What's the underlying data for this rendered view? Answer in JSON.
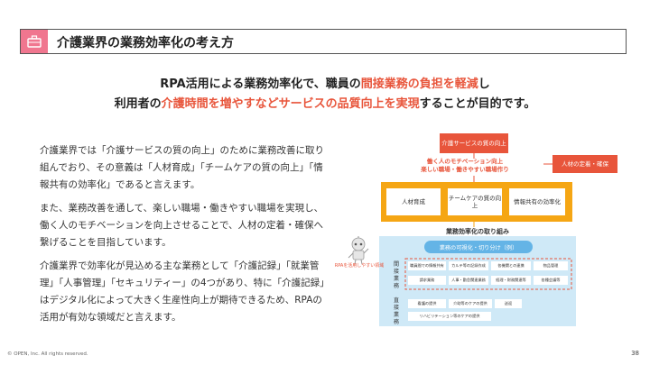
{
  "header": {
    "title": "介護業界の業務効率化の考え方",
    "icon": "briefcase-icon",
    "accent": "#f0768f"
  },
  "headline": {
    "line1": {
      "pre": "RPA活用による業務効率化で、職員の",
      "red": "間接業務の負担を軽減",
      "post": "し"
    },
    "line2": {
      "pre": "利用者の",
      "red": "介護時間を増やすなどサービスの品質向上を実現",
      "post": "することが目的です。"
    }
  },
  "body": {
    "p1": "介護業界では「介護サービスの質の向上」のために業務改善に取り組んでおり、その意義は「人材育成」「チームケアの質の向上」「情報共有の効率化」であると言えます。",
    "p2": "また、業務改善を通して、楽しい職場・働きやすい職場を実現し、働く人のモチベーションを向上させることで、人材の定着・確保へ繋げることを目指しています。",
    "p3": "介護業界で効率化が見込める主な業務として「介護記録」「就業管理」「人事管理」「セキュリティー」の4つがあり、特に「介護記録」はデジタル化によって大きく生産性向上が期待できるため、RPAの活用が有効な領域だと言えます。"
  },
  "diagram": {
    "care_quality": "介護サービスの質の向上",
    "retention": "人材の定着・確保",
    "motivation_1": "働く人のモチベーション向上",
    "motivation_2": "楽しい職場・働きやすい職場作り",
    "pillars": [
      "人材育成",
      "チームケアの質の向上",
      "情報共有の効率化"
    ],
    "keyword": "業務効率化の取り組み",
    "pill": "業務の可視化・切り分け（例）",
    "indirect_label": "間接業務",
    "direct_label": "直接業務",
    "rpa_label": "RPAを活用しやすい領域",
    "indirect_row1": [
      "職員間での情報共有",
      "カルテ等の記録作成",
      "各機関との連携",
      "物品管理"
    ],
    "indirect_row2": [
      "請求業務",
      "人事・勤怠関連業務",
      "経理・財務関連等",
      "各種会議等"
    ],
    "direct_row1": [
      "看護の提供",
      "介助等のケアの提供",
      "送迎"
    ],
    "direct_row2": [
      "リハビリテーション等のケアの提供"
    ],
    "colors": {
      "red": "#e8553b",
      "orange": "#f5a614",
      "blue_light": "#cfe9f7",
      "blue": "#64b4e6"
    }
  },
  "footer": {
    "copyright": "© OPEN, Inc. All rights reserved.",
    "page": "38"
  }
}
